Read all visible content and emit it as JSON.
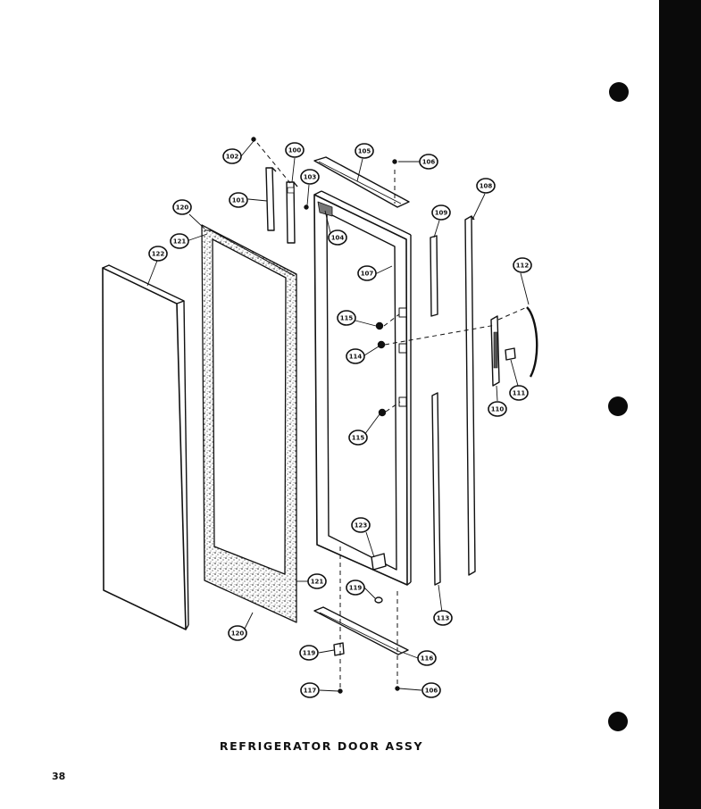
{
  "caption": "REFRIGERATOR DOOR ASSY",
  "page_number": "38",
  "colors": {
    "ink": "#111111",
    "binding_bar": "#0a0a0a",
    "paper": "#ffffff"
  },
  "callouts": [
    {
      "id": "c102",
      "label": "102"
    },
    {
      "id": "c100",
      "label": "100"
    },
    {
      "id": "c105",
      "label": "105"
    },
    {
      "id": "c106a",
      "label": "106"
    },
    {
      "id": "c103",
      "label": "103"
    },
    {
      "id": "c101",
      "label": "101"
    },
    {
      "id": "c108",
      "label": "108"
    },
    {
      "id": "c109",
      "label": "109"
    },
    {
      "id": "c120a",
      "label": "120"
    },
    {
      "id": "c104",
      "label": "104"
    },
    {
      "id": "c121a",
      "label": "121"
    },
    {
      "id": "c122",
      "label": "122"
    },
    {
      "id": "c107",
      "label": "107"
    },
    {
      "id": "c112",
      "label": "112"
    },
    {
      "id": "c115a",
      "label": "115"
    },
    {
      "id": "c114",
      "label": "114"
    },
    {
      "id": "c111",
      "label": "111"
    },
    {
      "id": "c110",
      "label": "110"
    },
    {
      "id": "c115b",
      "label": "115"
    },
    {
      "id": "c123",
      "label": "123"
    },
    {
      "id": "c121b",
      "label": "121"
    },
    {
      "id": "c119a",
      "label": "119"
    },
    {
      "id": "c113",
      "label": "113"
    },
    {
      "id": "c120b",
      "label": "120"
    },
    {
      "id": "c119b",
      "label": "119"
    },
    {
      "id": "c116",
      "label": "116"
    },
    {
      "id": "c117",
      "label": "117"
    },
    {
      "id": "c106b",
      "label": "106"
    }
  ]
}
